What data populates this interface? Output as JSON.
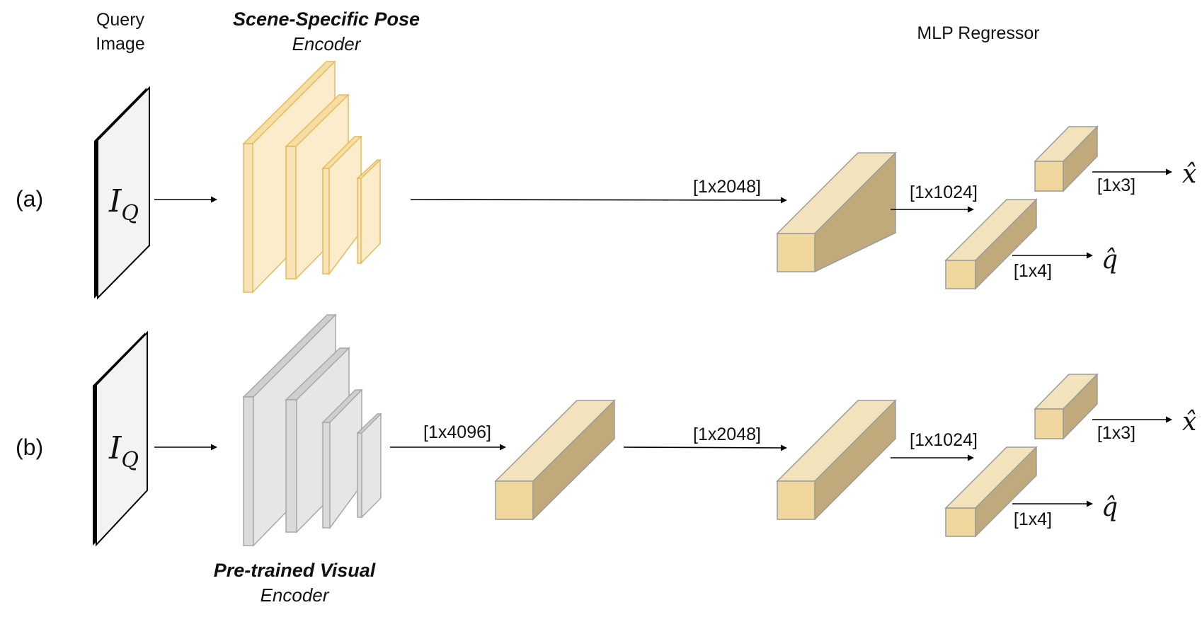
{
  "header": {
    "query_image": [
      "Query",
      "Image"
    ],
    "scene_encoder_title": "Scene-Specific Pose",
    "scene_encoder_sub": "Encoder",
    "mlp_regressor": "MLP Regressor"
  },
  "footer": {
    "visual_encoder_title": "Pre-trained Visual",
    "visual_encoder_sub": "Encoder"
  },
  "rows": [
    {
      "label": "(a)",
      "input_symbol": "I",
      "input_subscript": "Q",
      "dims": {
        "to_fc1": "[1x2048]",
        "to_fc2": "[1x1024]",
        "to_x": "[1x3]",
        "to_q": "[1x4]"
      },
      "outputs": {
        "x": "x̂",
        "q": "q̂"
      }
    },
    {
      "label": "(b)",
      "input_symbol": "I",
      "input_subscript": "Q",
      "dims": {
        "to_fc0": "[1x4096]",
        "to_fc1": "[1x2048]",
        "to_fc2": "[1x1024]",
        "to_x": "[1x3]",
        "to_q": "[1x4]"
      },
      "outputs": {
        "x": "x̂",
        "q": "q̂"
      }
    }
  ],
  "colors": {
    "yellow_encoder_face": "#fbeccb",
    "yellow_encoder_stroke": "#e8b95a",
    "gray_encoder_face": "#e6e6e6",
    "gray_encoder_top": "#cfcfcf",
    "gray_encoder_stroke": "#a8a8a8",
    "fc_front": "#f0d79e",
    "fc_top": "#f3e3bc",
    "fc_side": "#c0aa7b",
    "fc_stroke": "#9b9b9b",
    "image_fill": "#f3f3f3"
  }
}
